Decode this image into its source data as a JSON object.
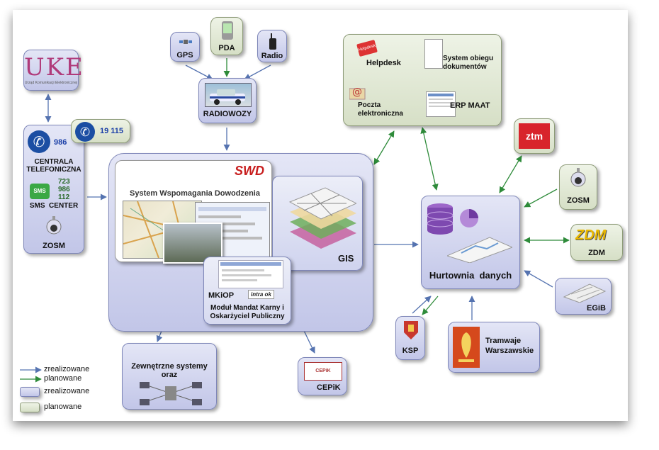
{
  "nodes": {
    "uke": {
      "label": "UKE",
      "subtitle": "Urząd Komunikacji Elektronicznej"
    },
    "gps": {
      "label": "GPS"
    },
    "pda": {
      "label": "PDA"
    },
    "radio": {
      "label": "Radio"
    },
    "radiowozy": {
      "label": "RADIOWOZY"
    },
    "centrala": {
      "number_986": "986",
      "number_19115": "19 115",
      "label_line1": "CENTRALA",
      "label_line2": "TELEFONICZNA",
      "sms_numbers": [
        "723",
        "986",
        "112"
      ],
      "sms_icon": "SMS",
      "sms_label": "SMS  CENTER",
      "zosm_label": "ZOSM"
    },
    "swd": {
      "logo": "SWD",
      "title": "System Wspomagania Dowodzenia"
    },
    "gis": {
      "label": "GIS"
    },
    "mkiop": {
      "label": "MKiOP",
      "logo": "intra ok",
      "desc_line1": "Moduł Mandat Karny i",
      "desc_line2": "Oskarżyciel Publiczny"
    },
    "external": {
      "label_line1": "Zewnętrzne systemy",
      "label_line2": "oraz"
    },
    "cepik": {
      "label": "CEPiK",
      "badge": "CEPiK"
    },
    "office": {
      "helpdesk": "Helpdesk",
      "helpdesk_icon": "Helpdesk",
      "system_line1": "System obiegu",
      "system_line2": "dokumentów",
      "poczta_line1": "Poczta",
      "poczta_line2": "elektroniczna",
      "erp": "ERP MAAT"
    },
    "ztm": {
      "label": "ztm"
    },
    "zosm_right": {
      "label": "ZOSM"
    },
    "zdm": {
      "label": "ZDM",
      "logo": "ZDM"
    },
    "egib": {
      "label": "EGiB"
    },
    "hurtownia": {
      "label": "Hurtownia  danych"
    },
    "ksp": {
      "label": "KSP"
    },
    "tramwaje": {
      "label_line1": "Tramwaje",
      "label_line2": "Warszawskie"
    }
  },
  "legend": {
    "arrow_realized": "zrealizowane",
    "arrow_planned": "planowane",
    "box_realized": "zrealizowane",
    "box_planned": "planowane"
  },
  "colors": {
    "arrow_realized": "#5573b0",
    "arrow_planned": "#2e8b3a",
    "box_realized": "#c6cbe9",
    "box_planned": "#dde5d0",
    "ztm_red": "#d8242b"
  }
}
